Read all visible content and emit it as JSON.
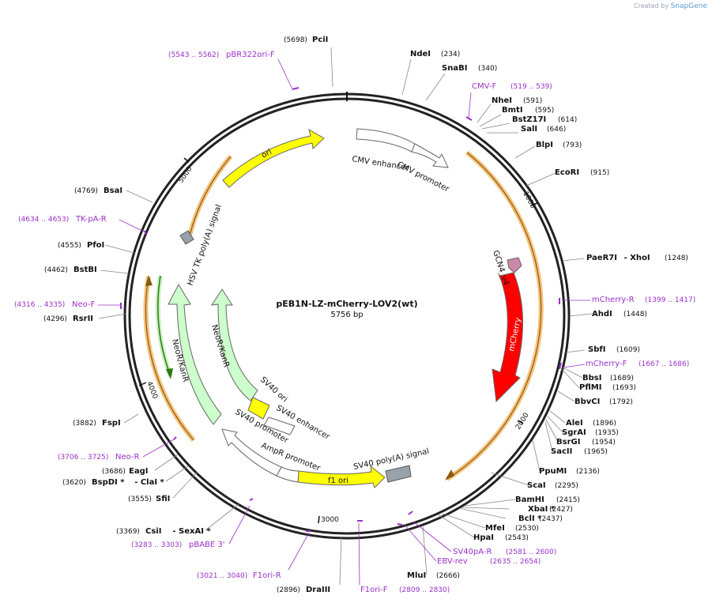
{
  "watermark": {
    "created_by": "Created by",
    "brand": "SnapGene"
  },
  "plasmid": {
    "name": "pEB1N-LZ-mCherry-LOV2(wt)",
    "length_label": "5756 bp",
    "length": 5756
  },
  "ticks": [
    {
      "label": "1000",
      "pos": 1000
    },
    {
      "label": "2000",
      "pos": 2000
    },
    {
      "label": "3000",
      "pos": 3000
    },
    {
      "label": "4000",
      "pos": 4000
    },
    {
      "label": "5000",
      "pos": 5000
    }
  ],
  "enzymes": [
    {
      "name": "PciI",
      "pos": "(5698)",
      "side": "left"
    },
    {
      "name": "NdeI",
      "pos": "(234)",
      "side": "right"
    },
    {
      "name": "SnaBI",
      "pos": "(340)",
      "side": "right"
    },
    {
      "name": "NheI",
      "pos": "(591)",
      "side": "right"
    },
    {
      "name": "BmtI",
      "pos": "(595)",
      "side": "right"
    },
    {
      "name": "BstZ17I",
      "pos": "(614)",
      "side": "right"
    },
    {
      "name": "SalI",
      "pos": "(646)",
      "side": "right"
    },
    {
      "name": "BlpI",
      "pos": "(793)",
      "side": "right"
    },
    {
      "name": "EcoRI",
      "pos": "(915)",
      "side": "right"
    },
    {
      "name": "PaeR7I",
      "extra": "- XhoI",
      "pos": "(1248)",
      "side": "right"
    },
    {
      "name": "AhdI",
      "pos": "(1448)",
      "side": "right"
    },
    {
      "name": "SbfI",
      "pos": "(1609)",
      "side": "right"
    },
    {
      "name": "BbsI",
      "pos": "(1689)",
      "side": "right"
    },
    {
      "name": "PflMI",
      "pos": "(1693)",
      "side": "right"
    },
    {
      "name": "BbvCI",
      "pos": "(1792)",
      "side": "right"
    },
    {
      "name": "AleI",
      "pos": "(1896)",
      "side": "right"
    },
    {
      "name": "SgrAI",
      "pos": "(1935)",
      "side": "right"
    },
    {
      "name": "BsrGI",
      "pos": "(1954)",
      "side": "right"
    },
    {
      "name": "SacII",
      "pos": "(1965)",
      "side": "right"
    },
    {
      "name": "PpuMI",
      "pos": "(2136)",
      "side": "right"
    },
    {
      "name": "ScaI",
      "pos": "(2295)",
      "side": "right"
    },
    {
      "name": "BamHI",
      "pos": "(2415)",
      "side": "right"
    },
    {
      "name": "XbaI *",
      "pos": "(2427)",
      "side": "right"
    },
    {
      "name": "BclI *",
      "pos": "(2437)",
      "side": "right"
    },
    {
      "name": "MfeI",
      "pos": "(2530)",
      "side": "right"
    },
    {
      "name": "HpaI",
      "pos": "(2543)",
      "side": "right"
    },
    {
      "name": "MluI",
      "pos": "(2666)",
      "side": "right"
    },
    {
      "name": "DraIII",
      "pos": "(2896)",
      "side": "left"
    },
    {
      "name": "CsiI",
      "extra": "- SexAI *",
      "pos": "(3369)",
      "side": "left"
    },
    {
      "name": "SfiI",
      "pos": "(3555)",
      "side": "left"
    },
    {
      "name": "BspDI *",
      "extra": "- ClaI *",
      "pos": "(3620)",
      "side": "left"
    },
    {
      "name": "EagI",
      "pos": "(3686)",
      "side": "left"
    },
    {
      "name": "FspI",
      "pos": "(3882)",
      "side": "left"
    },
    {
      "name": "RsrII",
      "pos": "(4296)",
      "side": "left"
    },
    {
      "name": "BstBI",
      "pos": "(4462)",
      "side": "left"
    },
    {
      "name": "PfoI",
      "pos": "(4555)",
      "side": "left"
    },
    {
      "name": "BsaI",
      "pos": "(4769)",
      "side": "left"
    }
  ],
  "primers": [
    {
      "name": "pBR322ori-F",
      "range": "(5543 .. 5562)",
      "side": "left"
    },
    {
      "name": "CMV-F",
      "range": "(519 .. 539)",
      "side": "right"
    },
    {
      "name": "mCherry-R",
      "range": "(1399 .. 1417)",
      "side": "right"
    },
    {
      "name": "mCherry-F",
      "range": "(1667 .. 1686)",
      "side": "right"
    },
    {
      "name": "SV40pA-R",
      "range": "(2581 .. 2600)",
      "side": "right"
    },
    {
      "name": "EBV-rev",
      "range": "(2635 .. 2654)",
      "side": "right"
    },
    {
      "name": "F1ori-F",
      "range": "(2809 .. 2830)",
      "side": "right"
    },
    {
      "name": "F1ori-R",
      "range": "(3021 .. 3040)",
      "side": "left"
    },
    {
      "name": "pBABE 3'",
      "range": "(3283 .. 3303)",
      "side": "left"
    },
    {
      "name": "Neo-R",
      "range": "(3706 .. 3725)",
      "side": "left"
    },
    {
      "name": "Neo-F",
      "range": "(4316 .. 4335)",
      "side": "left"
    },
    {
      "name": "TK-pA-R",
      "range": "(4634 .. 4653)",
      "side": "left"
    }
  ],
  "features": [
    {
      "name": "ori",
      "color": "#ffff00"
    },
    {
      "name": "CMV enhancer",
      "color": "#ffffff"
    },
    {
      "name": "CMV promoter",
      "color": "#ffffff"
    },
    {
      "name": "GCN4_v4",
      "color": "#cc88aa"
    },
    {
      "name": "mCherry",
      "color": "#ff0000"
    },
    {
      "name": "SV40 poly(A) signal",
      "color": "#99a2ab"
    },
    {
      "name": "f1 ori",
      "color": "#ffff00"
    },
    {
      "name": "AmpR promoter",
      "color": "#ffffff"
    },
    {
      "name": "SV40 promoter",
      "color": "#ffffff"
    },
    {
      "name": "SV40 enhancer",
      "color": "#ffffff"
    },
    {
      "name": "SV40 ori",
      "color": "#ffff00"
    },
    {
      "name": "NeoR/KanR",
      "color": "#ccffcc"
    },
    {
      "name": "HSV TK poly(A) signal",
      "color": "#99a2ab"
    }
  ]
}
